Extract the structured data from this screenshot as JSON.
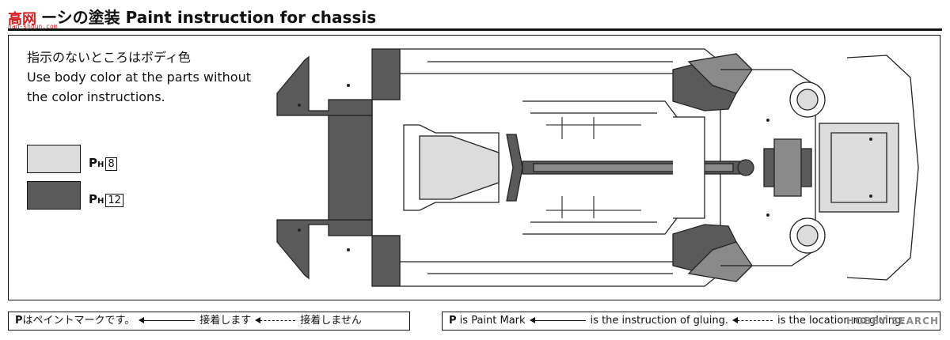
{
  "logo": {
    "text": "高",
    "text2": "网",
    "site": "nan-shoun.com"
  },
  "title": {
    "jp_fragment": "ーシの塗装",
    "en": "Paint instruction for chassis"
  },
  "note": {
    "jp": "指示のないところはボディ色",
    "en_line1": "Use body color at the parts without",
    "en_line2": "the color instructions."
  },
  "swatches": [
    {
      "color": "#dcdcdc",
      "mark": "P",
      "sub": "H",
      "number": "8"
    },
    {
      "color": "#5a5a5a",
      "mark": "P",
      "sub": "H",
      "number": "12"
    }
  ],
  "footer_jp": {
    "mark": "P",
    "paint": "はペイントマークです。",
    "glue": "接着します",
    "noglue": "接着しません"
  },
  "footer_en": {
    "mark": "P",
    "paint": "is Paint Mark",
    "glue": "is the instruction of gluing.",
    "noglue": "is the location no gluing."
  },
  "watermark": "HOBBY SEARCH"
}
